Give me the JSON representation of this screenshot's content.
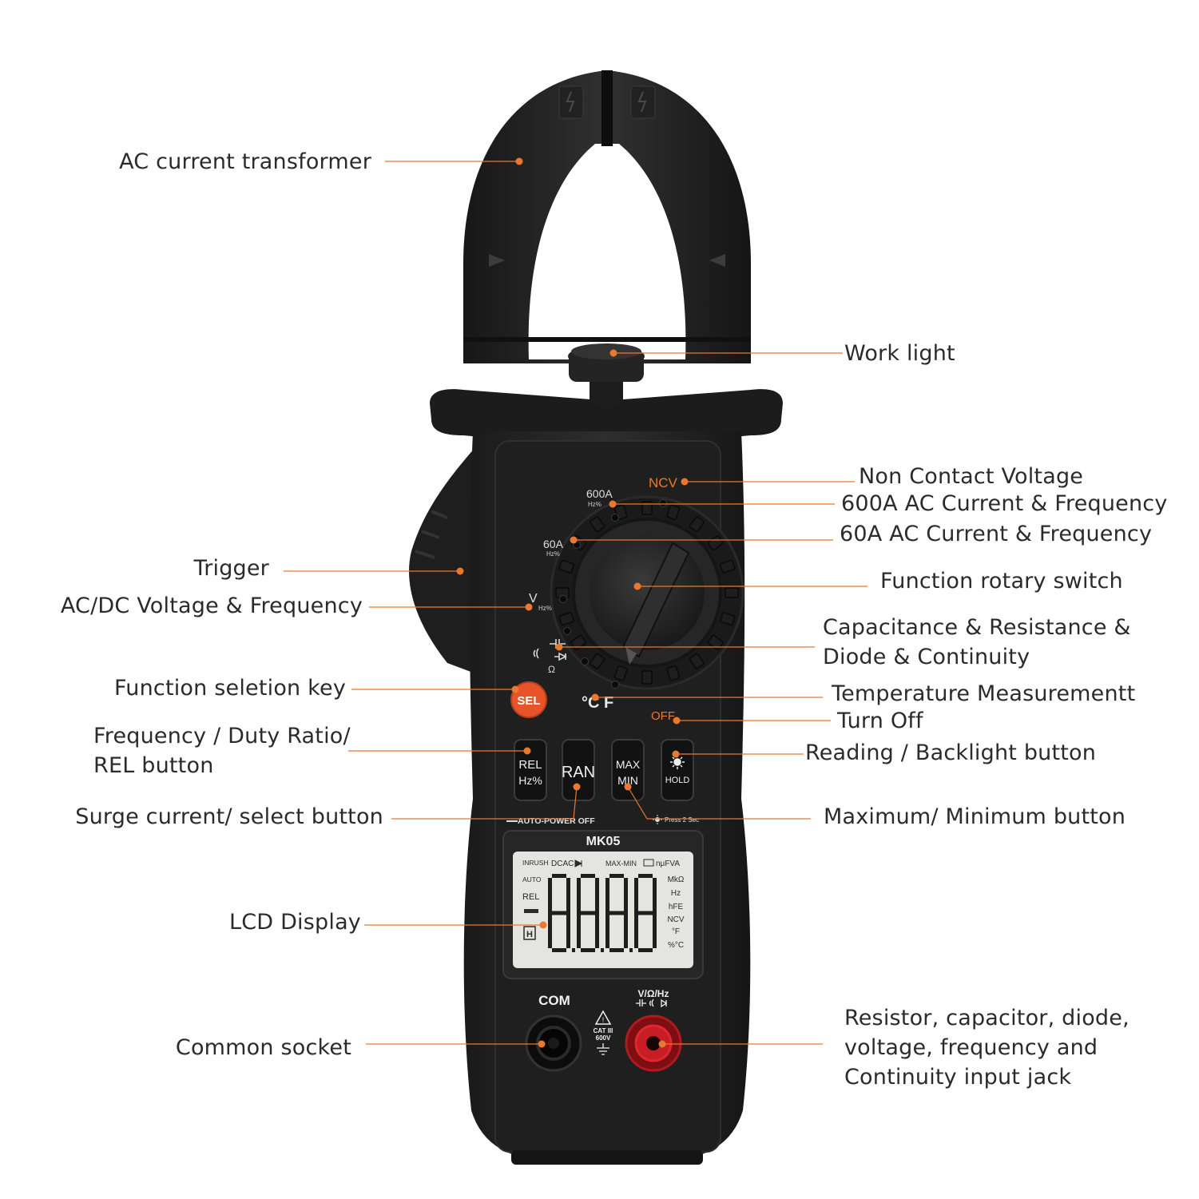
{
  "colors": {
    "accent": "#e8792f",
    "body": "#2a2a2a",
    "body_dark": "#141414",
    "panel": "#1d1d1d",
    "text": "#2b2b2b",
    "lcd": "#e4e4e0"
  },
  "device": {
    "model": "MK05",
    "dial": {
      "ncv": "NCV",
      "a600": "600A",
      "a60": "60A",
      "hz_small": "Hz%",
      "volt": "V",
      "temp": "°C F",
      "off": "OFF"
    },
    "buttons": {
      "sel": "SEL",
      "rel_top": "REL",
      "rel_bottom": "Hz%",
      "ran": "RAN",
      "max": "MAX",
      "min": "MIN",
      "hold": "HOLD"
    },
    "auto_power_off": "AUTO-POWER OFF",
    "press_hint": "Press 2 Sec",
    "lcd": {
      "inrush": "INRUSH",
      "dcac": "DCAC",
      "max_min": "MAX-MIN",
      "nufva": "nμFVA",
      "auto": "AUTO",
      "rel": "REL",
      "hold_mark": "H",
      "digits": "-8.8.8.8",
      "units": [
        "MkΩ",
        "Hz",
        "hFE",
        "NCV",
        "°F",
        "%°C"
      ]
    },
    "sockets": {
      "com": "COM",
      "input": "V/Ω/Hz",
      "cat_line1": "CAT III",
      "cat_line2": "600V"
    }
  },
  "labels": {
    "ac_current_transformer": "AC current transformer",
    "work_light": "Work light",
    "non_contact_voltage": "Non Contact Voltage",
    "ac_600a": "600A AC Current & Frequency",
    "ac_60a": "60A AC Current & Frequency",
    "trigger": "Trigger",
    "function_rotary_switch": "Function rotary switch",
    "ac_dc_voltage": "AC/DC Voltage & Frequency",
    "capacitance_line1": "Capacitance & Resistance &",
    "capacitance_line2": "Diode & Continuity",
    "function_selection_key": "Function seletion key",
    "temperature": "Temperature Measurementt",
    "turn_off": "Turn Off",
    "freq_duty_line1": "Frequency / Duty Ratio/",
    "freq_duty_line2": "REL button",
    "reading_backlight": "Reading / Backlight button",
    "surge_current": "Surge current/ select button",
    "max_min_button": "Maximum/ Minimum button",
    "lcd_display": "LCD Display",
    "common_socket": "Common socket",
    "input_jack_line1": "Resistor, capacitor, diode,",
    "input_jack_line2": "voltage,  frequency and",
    "input_jack_line3": "Continuity input jack"
  }
}
